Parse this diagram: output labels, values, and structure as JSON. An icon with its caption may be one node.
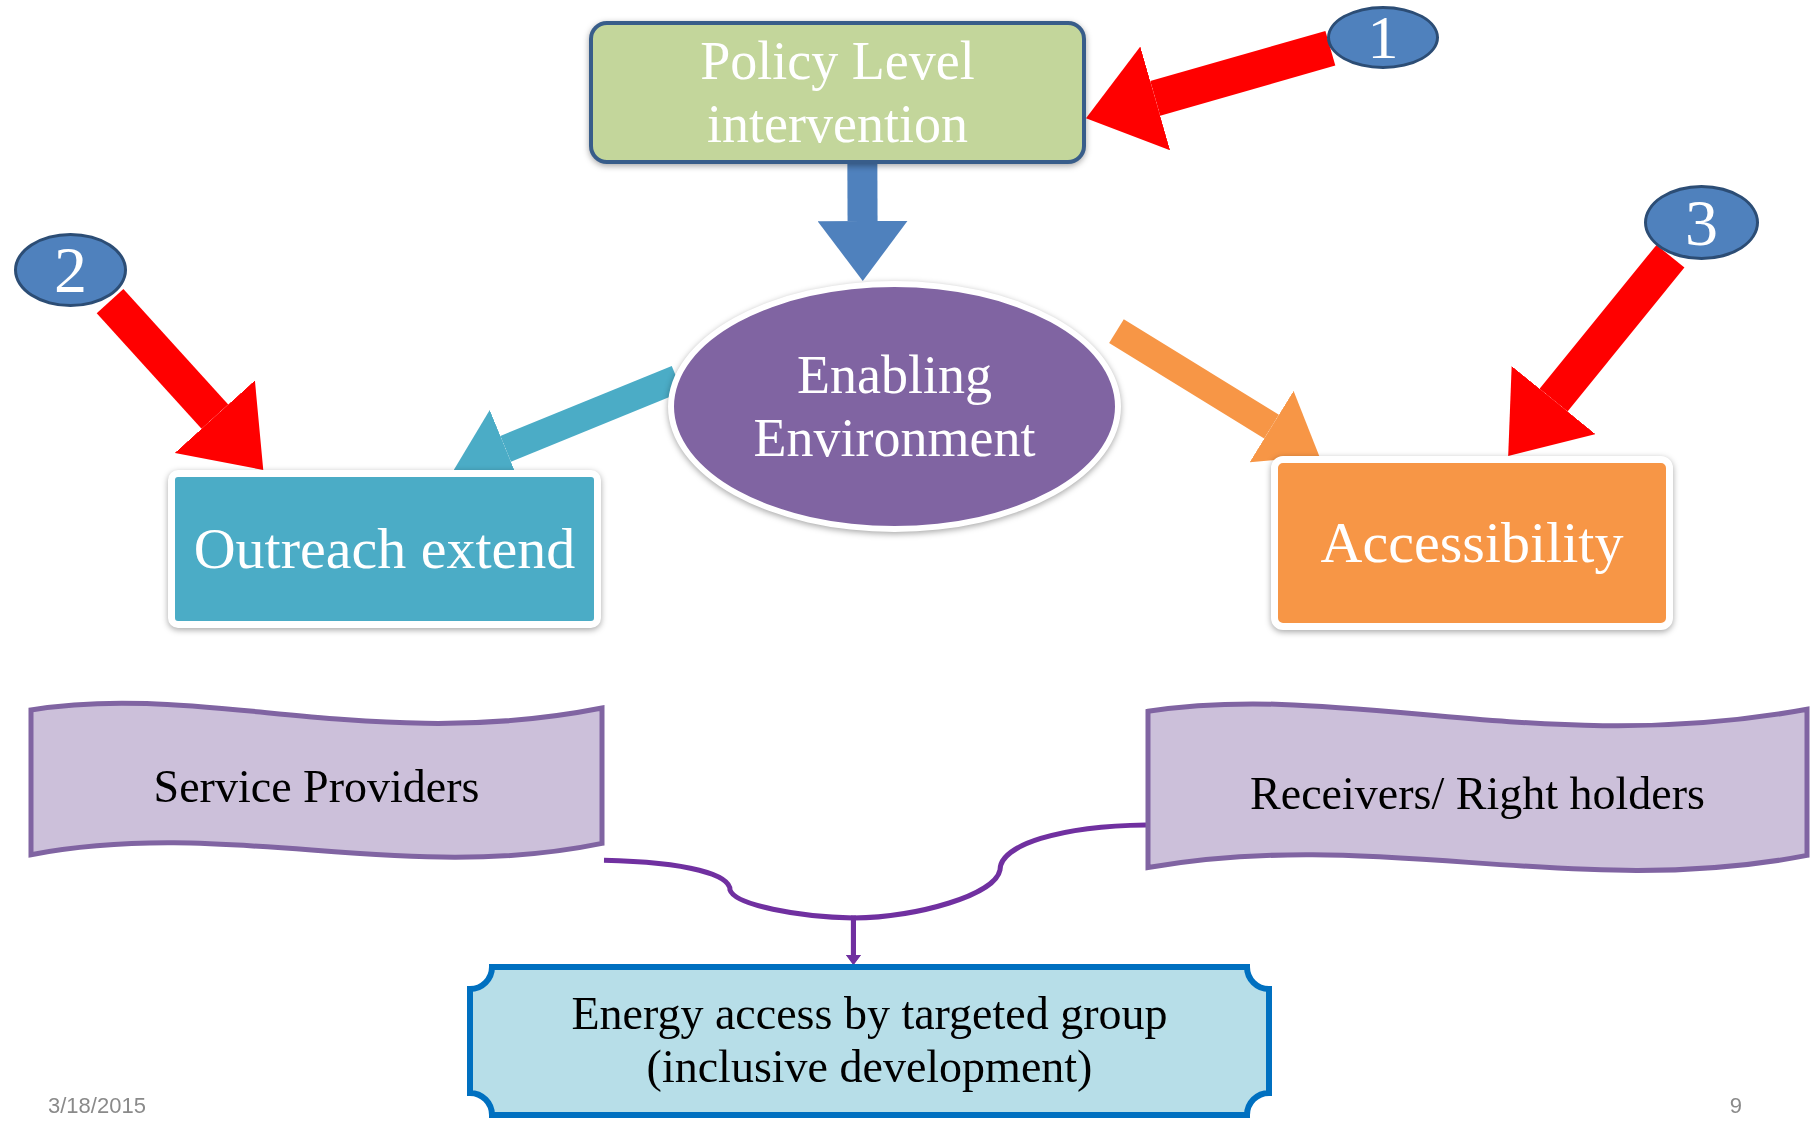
{
  "diagram": {
    "nodes": [
      {
        "text": [
          "Policy Level intervention"
        ]
      },
      {
        "text": [
          "1"
        ]
      },
      {
        "text": [
          "Enabling Environment"
        ]
      },
      {
        "text": [
          "2"
        ]
      },
      {
        "text": [
          "Outreach extend"
        ]
      },
      {
        "text": [
          "3"
        ]
      },
      {
        "text": [
          "Accessibility"
        ]
      },
      {
        "text": [
          "Service Providers"
        ]
      },
      {
        "text": [
          "Receivers/ Right holders"
        ]
      },
      {
        "text": [
          "Energy access by targeted group (inclusive development)"
        ]
      }
    ],
    "edges": [
      {
        "from": 1,
        "to": 0,
        "arrow": "to",
        "color": "#ff0000"
      },
      {
        "from": 0,
        "to": 2,
        "arrow": "to",
        "color": "#4f81bd"
      },
      {
        "from": 2,
        "to": 4,
        "arrow": "to",
        "color": "#4bacc6"
      },
      {
        "from": 2,
        "to": 6,
        "arrow": "to",
        "color": "#f79646"
      },
      {
        "from": 3,
        "to": 4,
        "arrow": "to",
        "color": "#ff0000"
      },
      {
        "from": 5,
        "to": 6,
        "arrow": "to",
        "color": "#ff0000"
      },
      {
        "from": 7,
        "to": 9,
        "arrow": "to",
        "color": "#7030a0"
      },
      {
        "from": 8,
        "to": 9,
        "arrow": "to",
        "color": "#7030a0"
      }
    ],
    "labels": [
      "3/18/2015",
      "9"
    ]
  }
}
